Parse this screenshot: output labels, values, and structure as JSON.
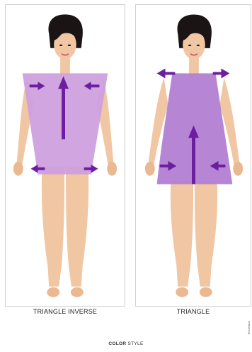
{
  "panels": [
    {
      "caption": "TRIANGLE INVERSE",
      "shape": "trapezoid-wide-shoulders"
    },
    {
      "caption": "TRIANGLE",
      "shape": "trapezoid-wide-hips"
    }
  ],
  "footer": {
    "brand_bold": "COLOR",
    "brand_light": "STYLE",
    "side_note": "Recreation"
  },
  "colors": {
    "dress": "#cda0de",
    "dress_right": "#b27fd3",
    "arrow": "#6b1fa0",
    "skin": "#f1c6a3",
    "hair": "#1a1414"
  }
}
